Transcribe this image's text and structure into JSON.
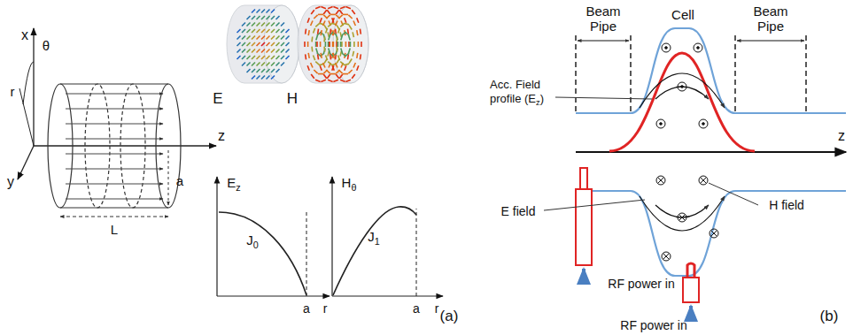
{
  "diagram": {
    "labels": [
      "x",
      "θ",
      "r",
      "y",
      "z",
      "L",
      "a",
      "E",
      "H",
      "E",
      "z",
      "J",
      "0",
      "a",
      "r",
      "H",
      "θ",
      "J",
      "1",
      "a",
      "r",
      "(a)",
      "Beam Pipe",
      "Cell",
      "Beam Pipe",
      "Acc. Field",
      "profile (E",
      "z",
      ")",
      "z",
      "E field",
      "H field",
      "RF power in",
      "RF power in",
      "(b)"
    ]
  }
}
